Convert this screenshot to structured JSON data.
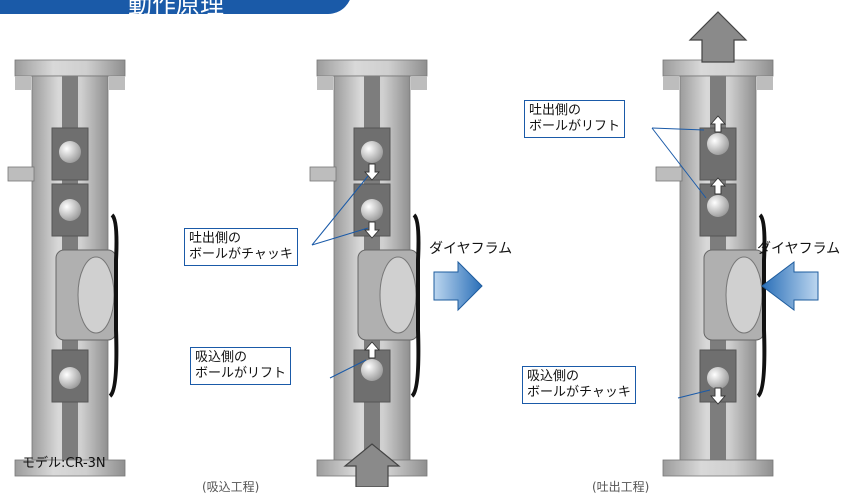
{
  "header": {
    "title": "動作原理"
  },
  "model": {
    "label": "モデル:CR-3N"
  },
  "suction_stroke": {
    "caption": "(吸込工程)",
    "discharge_callout": [
      "吐出側の",
      "ボールがチャッキ"
    ],
    "suction_callout": [
      "吸込側の",
      "ボールがリフト"
    ],
    "diaphragm_label": "ダイヤフラム"
  },
  "discharge_stroke": {
    "caption": "(吐出工程)",
    "discharge_callout": [
      "吐出側の",
      "ボールがリフト"
    ],
    "suction_callout": [
      "吸込側の",
      "ボールがチャッキ"
    ],
    "diaphragm_label": "ダイヤフラム"
  },
  "colors": {
    "header_blue": "#1a5aa8",
    "callout_border": "#1a5aa8",
    "arrow_blue_dark": "#2a6fb8",
    "arrow_blue_light": "#bcd6ef",
    "pump_gray": "#c4c4c4",
    "flow_arrow_gray": "#8a8a8a"
  }
}
